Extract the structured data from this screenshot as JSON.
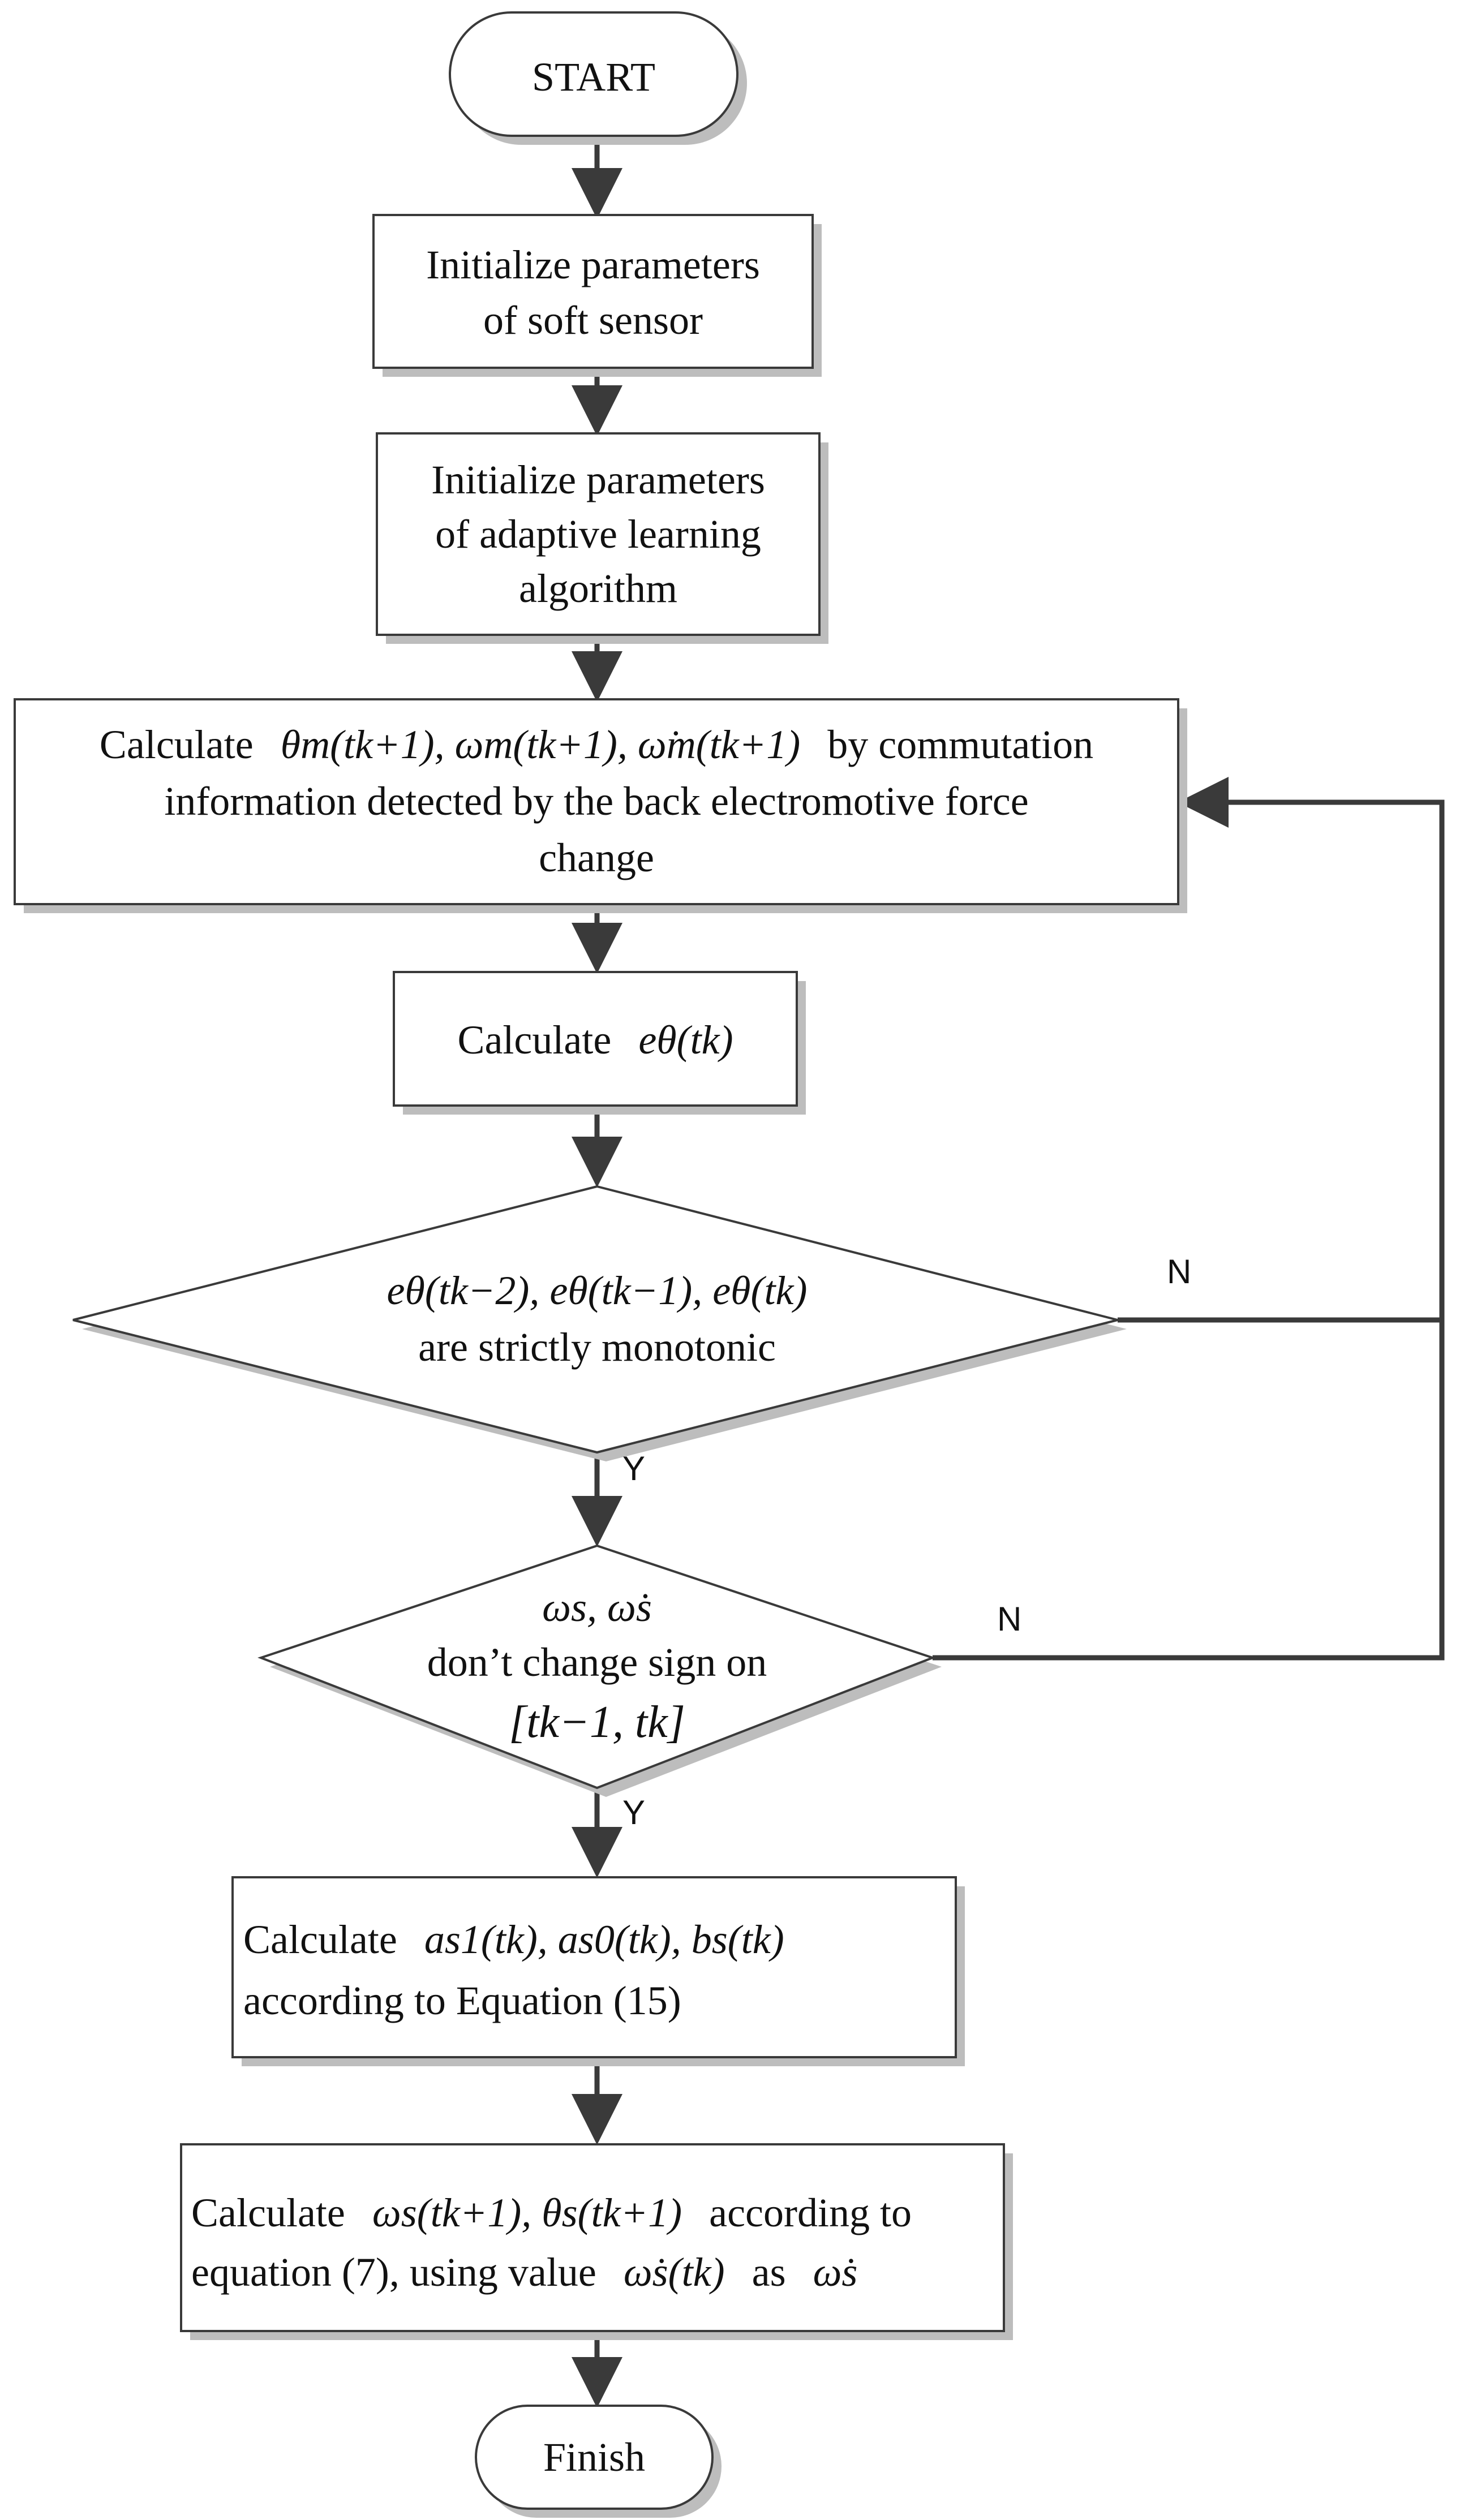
{
  "nodes": {
    "start": {
      "label": "START"
    },
    "init_sensor": {
      "line1": "Initialize parameters",
      "line2": "of soft sensor"
    },
    "init_alg": {
      "line1": "Initialize parameters",
      "line2": "of adaptive learning",
      "line3": "algorithm"
    },
    "calc_theta": {
      "prefix": "Calculate",
      "math": "θm(tk+1), ωm(tk+1), ω̇m(tk+1)",
      "suffix": "by commutation",
      "line2": "information detected by the back electromotive force",
      "line3": "change"
    },
    "calc_e": {
      "prefix": "Calculate",
      "math": "eθ(tk)"
    },
    "decision_mono": {
      "math": "eθ(tk−2), eθ(tk−1), eθ(tk)",
      "line2": "are strictly monotonic"
    },
    "decision_sign": {
      "math": "ωs, ω̇s",
      "line2": "don’t change sign on",
      "interval": "[tk−1, tk]"
    },
    "calc_a": {
      "prefix": "Calculate",
      "math": "as1(tk), as0(tk), bs(tk)",
      "line2": "according to Equation (15)"
    },
    "calc_omega": {
      "prefix": "Calculate",
      "math": "ωs(tk+1), θs(tk+1)",
      "suffix": "according to",
      "line2_prefix": "equation (7),  using value",
      "line2_math": "ω̇s(tk)",
      "line2_mid": "as",
      "line2_math2": "ω̇s"
    },
    "finish": {
      "label": "Finish"
    }
  },
  "edges": {
    "yes_label": "Y",
    "no_label": "N"
  },
  "colors": {
    "stroke": "#3a3a3a",
    "shadow": "#bdbdbd",
    "fill": "#ffffff",
    "text": "#111111"
  }
}
